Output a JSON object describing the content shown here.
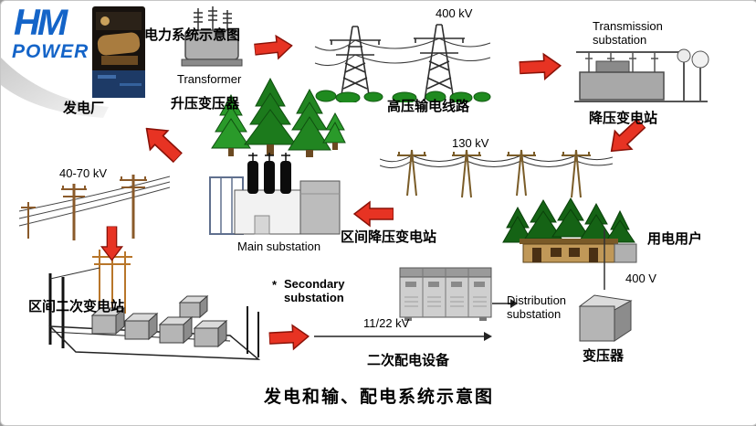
{
  "logo": {
    "line1": "HM",
    "line2": "POWER"
  },
  "flow": {
    "power_plant_label": "发电厂",
    "schematic_heading": "电力系统示意图",
    "transformer_en_label": "Transformer",
    "step_up_transformer_label": "升压变压器",
    "voltage_400kv": "400 kV",
    "hv_line_label": "高压输电线路",
    "transmission_substation_line1": "Transmission",
    "transmission_substation_line2": "substation",
    "step_down_substation_label": "降压变电站",
    "voltage_130kv": "130 kV",
    "regional_step_down_label": "区间降压变电站",
    "main_substation_label": "Main substation",
    "voltage_40_70kv": "40-70 kV",
    "regional_secondary_label": "区间二次变电站",
    "footnote_mark": "*",
    "secondary_substation_line1": "Secondary",
    "secondary_substation_line2": "substation",
    "voltage_11_22kv": "11/22 kV",
    "secondary_distribution_label": "二次配电设备",
    "distribution_substation_line1": "Distribution",
    "distribution_substation_line2": "substation",
    "transformer_cn_label": "变压器",
    "voltage_400v": "400 V",
    "users_label": "用电用户"
  },
  "title": "发电和输、配电系统示意图",
  "colors": {
    "arrow_fill": "#e73323",
    "arrow_outline": "#8a1208",
    "logo_blue": "#1464c8",
    "tree_green": "#1c7a1c"
  }
}
